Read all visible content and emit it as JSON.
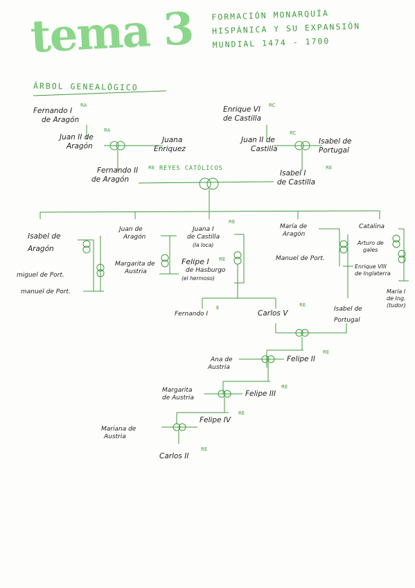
{
  "header": {
    "title": "tema 3",
    "subtitle": [
      "FORMACIÓN MONARQUÍA",
      "HISPÁNICA Y SU EXPANSIÓN",
      "MUNDIAL 1474 - 1700"
    ]
  },
  "section_title": "ÁRBOL GENEALÓGICO",
  "colors": {
    "accent": "#3f9a3f",
    "title_brush": "#7fd27f",
    "ink": "#1e1e1e"
  },
  "tree": {
    "fernando_i": {
      "name": [
        "Fernando I",
        "de Aragón"
      ],
      "tag": "RA"
    },
    "enrique_vi": {
      "name": [
        "Enrique VI",
        "de Castilla"
      ],
      "tag": "RC"
    },
    "juan_ii_aragon": {
      "name": [
        "Juan II de",
        "Aragón"
      ],
      "tag": "RA"
    },
    "juana_enriquez": {
      "name": [
        "Juana",
        "Enriquez"
      ]
    },
    "juan_ii_castilla": {
      "name": [
        "Juan II de",
        "Castilla"
      ],
      "tag": "RC"
    },
    "isabel_portugal": {
      "name": [
        "Isabel de",
        "Portugal"
      ]
    },
    "fernando_ii": {
      "name": [
        "Fernando II",
        "de Aragón"
      ],
      "tag": "RE"
    },
    "reyes_catolicos": "REYES CATÓLICOS",
    "isabel_i": {
      "name": [
        "Isabel I",
        "de Castilla"
      ],
      "tag": "RE"
    },
    "isabel_aragon": {
      "name": [
        "Isabel de",
        "Aragón"
      ]
    },
    "miguel_port": "miguel de Port.",
    "manuel_port_1": "manuel de Port.",
    "juan_aragon": {
      "name": [
        "Juan de",
        "Aragón"
      ]
    },
    "margarita_austria_1": {
      "name": [
        "Margarita de",
        "Austria"
      ]
    },
    "juana_i": {
      "name": [
        "Juana I",
        "de Castilla",
        "(la loca)"
      ],
      "tag": "RE"
    },
    "felipe_i": {
      "name": [
        "Felipe I",
        "de Hasburgo",
        "(el hermoso)"
      ],
      "tag": "RE"
    },
    "maria_aragon": {
      "name": [
        "María de",
        "Aragón"
      ]
    },
    "manuel_port_2": "Manuel de Port.",
    "catalina": "Catalina",
    "arturo": {
      "name": [
        "Arturo de",
        "gales"
      ]
    },
    "enrique_viii": {
      "name": [
        "Enrique VIII",
        "de Inglaterra"
      ]
    },
    "maria_tudor": {
      "name": [
        "María I",
        "de Ing.",
        "(tudor)"
      ]
    },
    "fernando_i_e": {
      "name": "Fernando I",
      "tag": "E"
    },
    "carlos_v": {
      "name": "Carlos V",
      "tag": "RE"
    },
    "isabel_portugal_2": {
      "name": [
        "Isabel de",
        "Portugal"
      ]
    },
    "ana_austria": {
      "name": [
        "Ana de",
        "Austria"
      ]
    },
    "felipe_ii": {
      "name": "Felipe II",
      "tag": "RE"
    },
    "margarita_austria_2": {
      "name": [
        "Margarita",
        "de Austria"
      ]
    },
    "felipe_iii": {
      "name": "Felipe III",
      "tag": "RE"
    },
    "mariana_austria": {
      "name": [
        "Mariana de",
        "Austria"
      ]
    },
    "felipe_iv": {
      "name": "Felipe IV",
      "tag": "RE"
    },
    "carlos_ii": {
      "name": "Carlos II",
      "tag": "RE"
    }
  }
}
